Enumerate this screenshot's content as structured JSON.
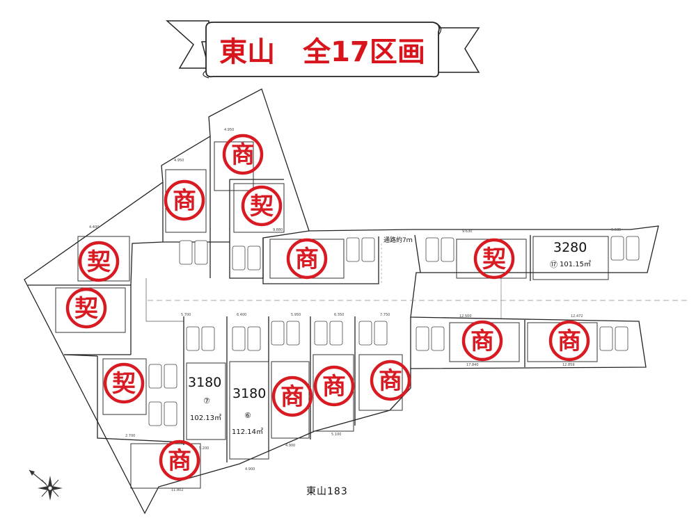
{
  "banner": {
    "title": "東山　全17区画"
  },
  "road_note": "通路約7ｍ",
  "address_label": "東山183",
  "stamps": [
    {
      "id": "a",
      "text": "商"
    },
    {
      "id": "b",
      "text": "商"
    },
    {
      "id": "c",
      "text": "契"
    },
    {
      "id": "d",
      "text": "商"
    },
    {
      "id": "e",
      "text": "契"
    },
    {
      "id": "f",
      "text": "契"
    },
    {
      "id": "g",
      "text": "契"
    },
    {
      "id": "h",
      "text": "商"
    },
    {
      "id": "i",
      "text": "商"
    },
    {
      "id": "j",
      "text": "契"
    },
    {
      "id": "k",
      "text": "商"
    },
    {
      "id": "l",
      "text": "商"
    },
    {
      "id": "m",
      "text": "商"
    },
    {
      "id": "n",
      "text": "商"
    }
  ],
  "lots": [
    {
      "id": "lot-17",
      "price": "3280",
      "number": "⑰",
      "area": "101.15㎡"
    },
    {
      "id": "lot-7",
      "price": "3180",
      "number": "⑦",
      "area": "102.13㎡"
    },
    {
      "id": "lot-6",
      "price": "3180",
      "number": "⑥",
      "area": "112.14㎡"
    }
  ],
  "icons": {
    "compass": "compass-rose-icon"
  },
  "colors": {
    "stamp": "#d81a22",
    "title": "#d8141c"
  }
}
